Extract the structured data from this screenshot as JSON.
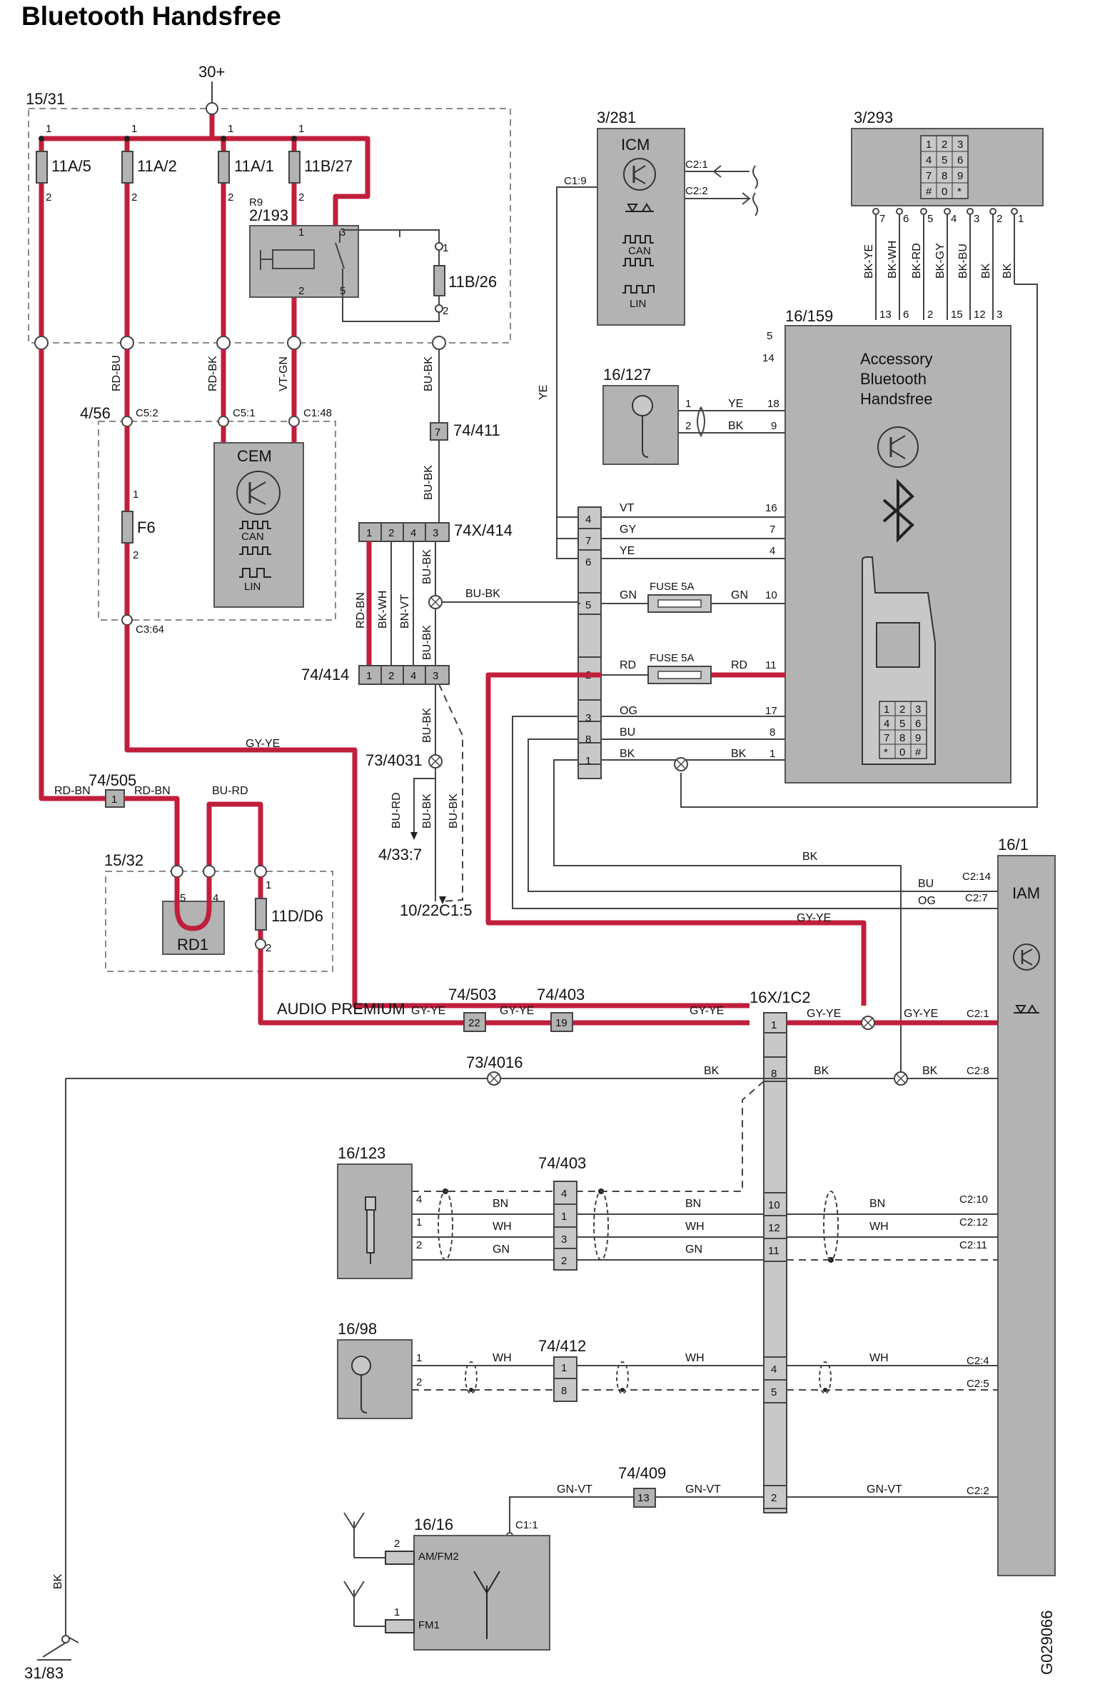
{
  "title": "Bluetooth Handsfree",
  "figure_id": "G029066",
  "power": {
    "supply": "30+",
    "ground": "31/83",
    "ground_wire": "BK"
  },
  "fuse_box": {
    "id": "15/31",
    "fuses": [
      "11A/5",
      "11A/2",
      "11A/1",
      "11B/27",
      "11B/26"
    ],
    "relay_label": "R9",
    "relay_id": "2/193",
    "wires": [
      "RD-BU",
      "RD-BK",
      "VT-GN",
      "BU-BK"
    ]
  },
  "cem_box": {
    "id": "4/56",
    "fuse": "F6",
    "module": "CEM",
    "bus1": "CAN",
    "bus2": "LIN",
    "conn": [
      "C5:2",
      "C5:1",
      "C1:48",
      "C3:64"
    ]
  },
  "icm": {
    "id": "3/281",
    "name": "ICM",
    "bus1": "CAN",
    "bus2": "LIN",
    "pins": [
      "C1:9",
      "C2:1",
      "C2:2"
    ],
    "wire": "YE"
  },
  "keypad": {
    "id": "3/293",
    "keys": [
      "1",
      "2",
      "3",
      "4",
      "5",
      "6",
      "7",
      "8",
      "9",
      "#",
      "0",
      "*"
    ],
    "wires": [
      "BK-YE",
      "BK-WH",
      "BK-RD",
      "BK-GY",
      "BK-BU",
      "BK",
      "BK"
    ]
  },
  "bt_module": {
    "id": "16/159",
    "name": "Accessory Bluetooth Handsfree",
    "name_lines": [
      "Accessory",
      "Bluetooth",
      "Handsfree"
    ],
    "keys": [
      "1",
      "2",
      "3",
      "4",
      "5",
      "6",
      "7",
      "8",
      "9",
      "*",
      "0",
      "#"
    ]
  },
  "mic1": {
    "id": "16/127",
    "wires": [
      "YE",
      "BK"
    ]
  },
  "connectors": {
    "c74_411": {
      "id": "74/411",
      "pin": "7"
    },
    "c74x_414": {
      "id": "74X/414",
      "pins": [
        "1",
        "2",
        "4",
        "3"
      ]
    },
    "c74_414": {
      "id": "74/414",
      "pins": [
        "1",
        "2",
        "4",
        "3"
      ],
      "wires": [
        "RD-BN",
        "BK-WH",
        "BN-VT",
        "BU-BK"
      ]
    },
    "s73_4031": {
      "id": "73/4031",
      "dest1": "4/33:7",
      "dest2": "10/22C1:5",
      "wires": [
        "BU-RD",
        "BU-BK",
        "BU-BK"
      ]
    },
    "c74_505": {
      "id": "74/505",
      "pin": "1",
      "wires": [
        "RD-BN",
        "RD-BN",
        "BU-RD"
      ]
    },
    "c74_503": {
      "id": "74/503",
      "pin": "22"
    },
    "c74_403a": {
      "id": "74/403",
      "pin": "19"
    },
    "c16x": {
      "id": "16X/1C2"
    },
    "s73_4016": {
      "id": "73/4016"
    },
    "c74_403b": {
      "id": "74/403",
      "pins": [
        "4",
        "1",
        "3",
        "2"
      ]
    },
    "c74_412": {
      "id": "74/412",
      "pins": [
        "1",
        "8"
      ]
    },
    "c74_409": {
      "id": "74/409",
      "pin": "13"
    }
  },
  "junction": {
    "pins": [
      "4",
      "7",
      "6",
      "5",
      "2",
      "3",
      "8",
      "1"
    ],
    "fuse1": "FUSE 5A",
    "fuse2": "FUSE 5A",
    "wires": [
      "VT",
      "GY",
      "YE",
      "GN",
      "GN",
      "RD",
      "RD",
      "OG",
      "BU",
      "BK",
      "BK"
    ]
  },
  "rd_box": {
    "id": "15/32",
    "relay": "RD1",
    "fuse": "11D/D6"
  },
  "audio": {
    "label": "AUDIO PREMIUM",
    "wire": "GY-YE"
  },
  "iam": {
    "id": "16/1",
    "name": "IAM",
    "pins": [
      "C2:14",
      "C2:7",
      "C2:1",
      "C2:8",
      "C2:10",
      "C2:12",
      "C2:11",
      "C2:4",
      "C2:5",
      "C2:2"
    ]
  },
  "mic2": {
    "id": "16/123",
    "wires": [
      "BN",
      "WH",
      "GN"
    ]
  },
  "mic3": {
    "id": "16/98",
    "wires": [
      "WH"
    ]
  },
  "radio": {
    "id": "16/16",
    "pin": "C1:1",
    "ant1": "AM/FM2",
    "ant2": "FM1",
    "wire": "GN-VT"
  },
  "misc": {
    "gy_ye": "GY-YE",
    "bk": "BK",
    "bu": "BU",
    "og": "OG"
  }
}
